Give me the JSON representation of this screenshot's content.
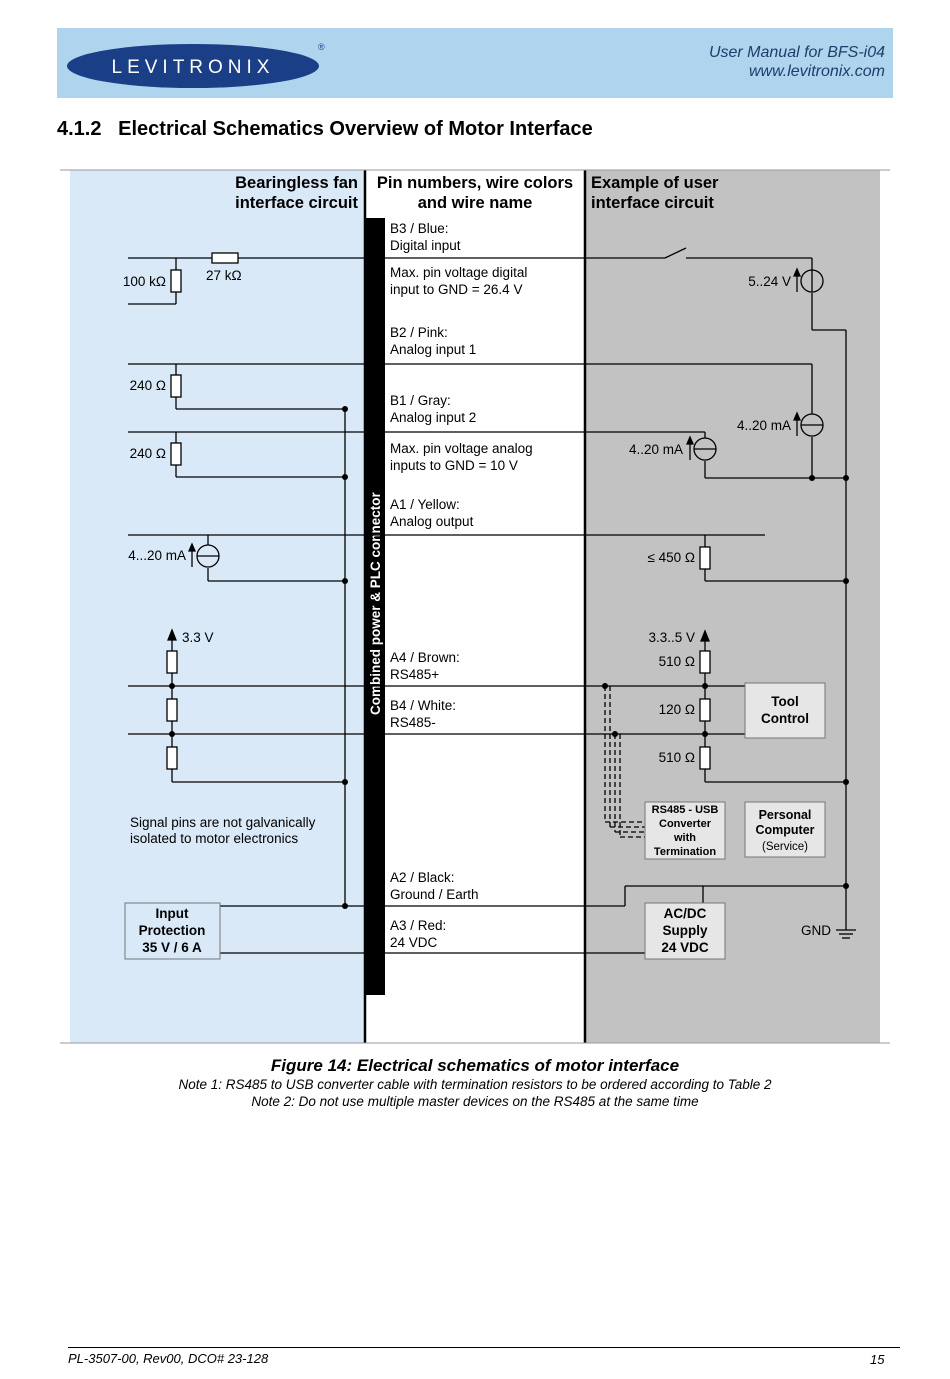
{
  "header": {
    "logo_text": "LEVITRONIX",
    "manual_title": "User Manual for BFS-i04",
    "website": "www.levitronix.com"
  },
  "section": {
    "number": "4.1.2",
    "title": "Electrical Schematics Overview of Motor Interface"
  },
  "diagram": {
    "left_title_1": "Bearingless fan",
    "left_title_2": "interface circuit",
    "mid_title_1": "Pin numbers, wire colors",
    "mid_title_2": "and wire name",
    "right_title_1": "Example of user",
    "right_title_2": "interface circuit",
    "connector_label": "Combined power & PLC connector",
    "pins": {
      "b3_1": "B3 / Blue:",
      "b3_2": "Digital input",
      "b3_note_1": "Max. pin voltage digital",
      "b3_note_2": "input to GND = 26.4 V",
      "b2_1": "B2 / Pink:",
      "b2_2": "Analog input 1",
      "b1_1": "B1 / Gray:",
      "b1_2": "Analog input 2",
      "b1_note_1": "Max. pin voltage analog",
      "b1_note_2": "inputs to GND = 10 V",
      "a1_1": "A1 / Yellow:",
      "a1_2": "Analog output",
      "a4_1": "A4 / Brown:",
      "a4_2": "RS485+",
      "b4_1": "B4 / White:",
      "b4_2": "RS485-",
      "a2_1": "A2 / Black:",
      "a2_2": "Ground / Earth",
      "a3_1": "A3 / Red:",
      "a3_2": "24 VDC"
    },
    "left": {
      "r_100k": "100 kΩ",
      "r_27k": "27 kΩ",
      "r_240_a": "240 Ω",
      "r_240_b": "240 Ω",
      "cs_420": "4...20 mA",
      "v_33": "3.3 V",
      "note_1": "Signal pins are not galvanically",
      "note_2": "isolated to motor electronics",
      "prot_1": "Input",
      "prot_2": "Protection",
      "prot_3": "35 V / 6 A"
    },
    "right": {
      "v_524": "5..24 V",
      "cs_420_a": "4..20 mA",
      "cs_420_b": "4..20 mA",
      "r_450": "≤ 450 Ω",
      "v_335": "3.3..5 V",
      "r_510_a": "510 Ω",
      "r_120": "120 Ω",
      "r_510_b": "510 Ω",
      "tool_1": "Tool",
      "tool_2": "Control",
      "conv_1": "RS485 - USB",
      "conv_2": "Converter",
      "conv_3": "with",
      "conv_4": "Termination",
      "pc_1": "Personal",
      "pc_2": "Computer",
      "pc_3": "(Service)",
      "ac_1": "AC/DC",
      "ac_2": "Supply",
      "ac_3": "24 VDC",
      "gnd": "GND"
    }
  },
  "caption": {
    "title": "Figure 14: Electrical schematics of motor interface",
    "note_1": "Note 1: RS485 to USB converter cable with termination resistors to be ordered according to Table 2",
    "note_2": "Note 2: Do not use multiple master devices on the RS485 at the same time"
  },
  "footer": {
    "doc_id": "PL-3507-00, Rev00, DCO# 23-128",
    "page_number": "15"
  }
}
